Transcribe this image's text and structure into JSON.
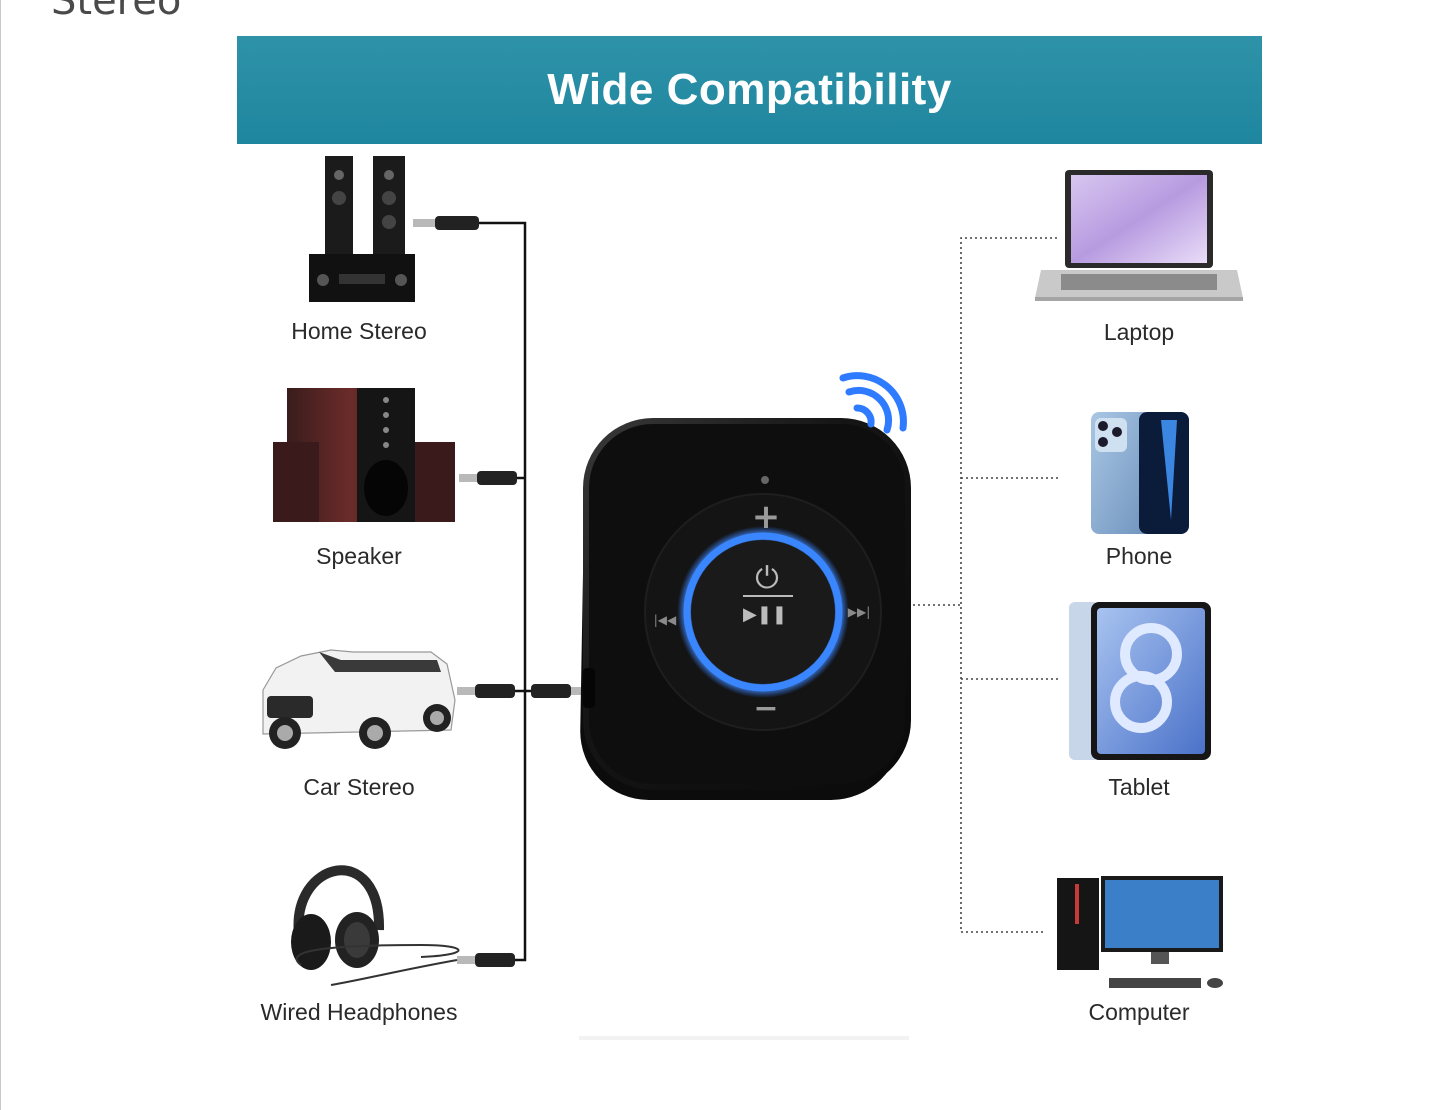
{
  "page": {
    "top_cut_text": "Stereo"
  },
  "banner": {
    "title": "Wide Compatibility",
    "color": "#2389a3"
  },
  "left_devices": [
    {
      "label": "Home Stereo",
      "icon": "speakers-stereo-icon"
    },
    {
      "label": "Speaker",
      "icon": "subwoofer-speaker-icon"
    },
    {
      "label": "Car Stereo",
      "icon": "car-icon"
    },
    {
      "label": "Wired Headphones",
      "icon": "headphones-icon"
    }
  ],
  "right_devices": [
    {
      "label": "Laptop",
      "icon": "laptop-icon"
    },
    {
      "label": "Phone",
      "icon": "phone-icon"
    },
    {
      "label": "Tablet",
      "icon": "tablet-icon"
    },
    {
      "label": "Computer",
      "icon": "desktop-computer-icon"
    }
  ],
  "receiver": {
    "icon": "bluetooth-receiver-icon",
    "ring_color": "#2f7bff",
    "power_symbol": "⏻",
    "play_pause_symbol": "▶❚❚",
    "plus_symbol": "+",
    "minus_symbol": "−",
    "prev_symbol": "|◀◀",
    "next_symbol": "▶▶|"
  }
}
